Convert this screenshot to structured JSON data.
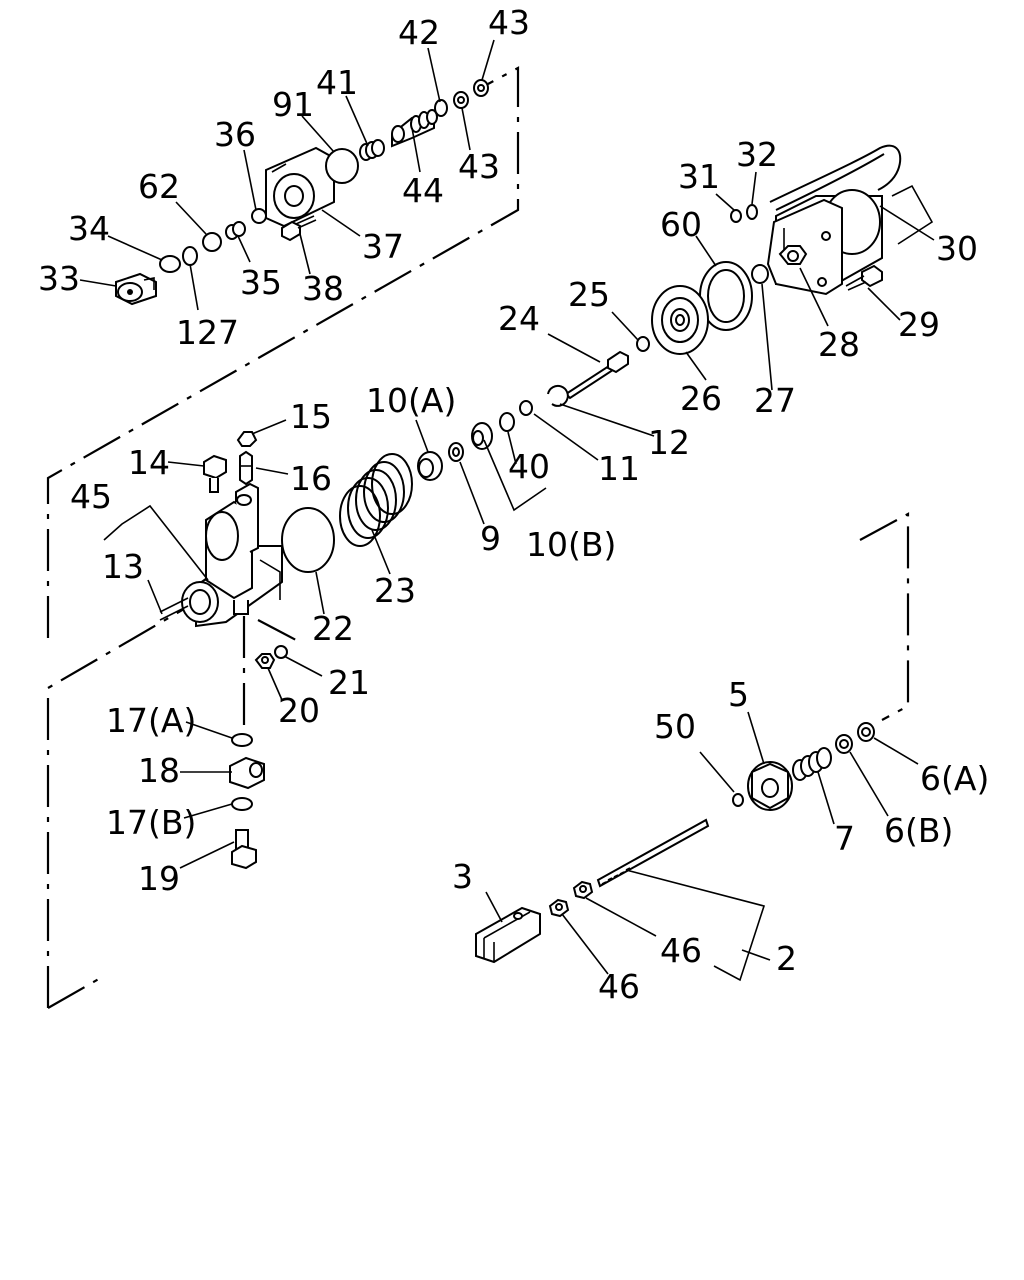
{
  "labels": {
    "l42": "42",
    "l43a": "43",
    "l41": "41",
    "l91": "91",
    "l43b": "43",
    "l36": "36",
    "l44": "44",
    "l62": "62",
    "l37": "37",
    "l34": "34",
    "l35": "35",
    "l33": "33",
    "l38": "38",
    "l127": "127",
    "l32": "32",
    "l31": "31",
    "l60": "60",
    "l30": "30",
    "l25": "25",
    "l24": "24",
    "l29": "29",
    "l28": "28",
    "l26": "26",
    "l27": "27",
    "l10a": "10(A)",
    "l15": "15",
    "l12": "12",
    "l14": "14",
    "l11": "11",
    "l16": "16",
    "l40": "40",
    "l45": "45",
    "l9": "9",
    "l10b": "10(B)",
    "l13": "13",
    "l23": "23",
    "l22": "22",
    "l21": "21",
    "l20": "20",
    "l17a": "17(A)",
    "l50": "50",
    "l5": "5",
    "l6a": "6(A)",
    "l18": "18",
    "l6b": "6(B)",
    "l17b": "17(B)",
    "l7": "7",
    "l19": "19",
    "l3": "3",
    "l46a": "46",
    "l2": "2",
    "l46b": "46"
  }
}
